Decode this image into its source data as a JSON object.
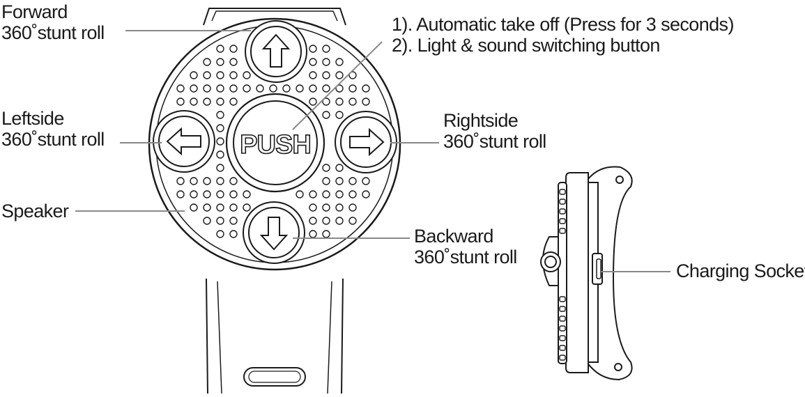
{
  "colors": {
    "line": "#1a1a1a",
    "leader": "#888888",
    "background": "#ffffff"
  },
  "labels": {
    "forward": {
      "line1": "Forward",
      "line2": "360˚stunt roll"
    },
    "push_function": {
      "line1": "1). Automatic take off (Press for 3 seconds)",
      "line2": "2). Light & sound switching button"
    },
    "leftside": {
      "line1": "Leftside",
      "line2": "360˚stunt roll"
    },
    "rightside": {
      "line1": "Rightside",
      "line2": "360˚stunt roll"
    },
    "speaker": {
      "line1": "Speaker"
    },
    "backward": {
      "line1": "Backward",
      "line2": "360˚stunt roll"
    },
    "charging": {
      "line1": "Charging Socket"
    }
  },
  "buttons": {
    "center": "PUSH",
    "up": "arrow-up-icon",
    "down": "arrow-down-icon",
    "left": "arrow-left-icon",
    "right": "arrow-right-icon"
  }
}
